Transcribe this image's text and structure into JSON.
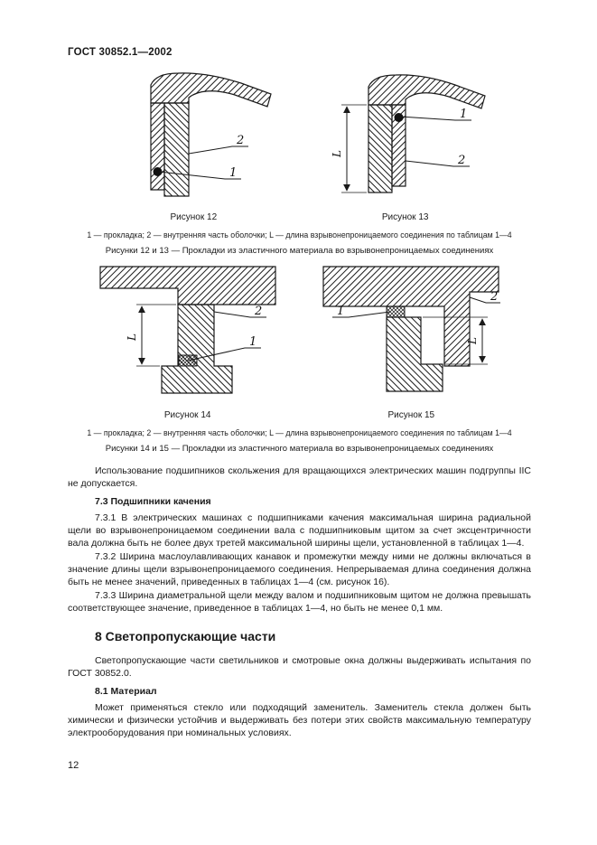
{
  "header": {
    "doc_number": "ГОСТ 30852.1—2002"
  },
  "drawing_labels": {
    "part1": "1",
    "part2": "2",
    "dim_L": "L"
  },
  "figures_group1": {
    "fig12": {
      "caption": "Рисунок 12"
    },
    "fig13": {
      "caption": "Рисунок 13"
    },
    "legend": "1 — прокладка; 2 — внутренняя часть оболочки; L — длина взрывонепроницаемого соединения по таблицам 1—4",
    "group_caption": "Рисунки 12 и 13 — Прокладки из эластичного материала во взрывонепроницаемых соединениях"
  },
  "figures_group2": {
    "fig14": {
      "caption": "Рисунок 14"
    },
    "fig15": {
      "caption": "Рисунок 15"
    },
    "legend": "1 — прокладка; 2 — внутренняя часть оболочки; L — длина взрывонепроницаемого соединения по таблицам 1—4",
    "group_caption": "Рисунки 14 и 15 — Прокладки из эластичного материала во взрывонепроницаемых соединениях"
  },
  "body": {
    "para_bearings_intro": "Использование подшипников скольжения для вращающихся электрических машин подгруппы IIC не допускается.",
    "heading_7_3": "7.3 Подшипники качения",
    "para_7_3_1": "7.3.1 В электрических машинах с подшипниками качения максимальная ширина радиальной щели во взрывонепроницаемом соединении вала с подшипниковым щитом за счет эксцентричности вала должна быть не более двух третей максимальной ширины щели, установленной в таблицах 1—4.",
    "para_7_3_2": "7.3.2 Ширина маслоулавливающих канавок и промежутки между ними не должны включаться в значение длины щели взрывонепроницаемого соединения. Непрерываемая длина соединения должна быть не менее значений, приведенных в таблицах 1—4 (см. рисунок 16).",
    "para_7_3_3": "7.3.3 Ширина диаметральной щели между валом и подшипниковым щитом не должна превышать соответствующее значение, приведенное в таблицах 1—4, но быть не менее 0,1 мм.",
    "heading_8": "8 Светопропускающие части",
    "para_8_intro": "Светопропускающие части светильников и смотровые окна должны выдерживать испытания по ГОСТ 30852.0.",
    "heading_8_1": "8.1 Материал",
    "para_8_1": "Может применяться стекло или подходящий заменитель. Заменитель стекла должен быть химически и физически устойчив и выдерживать без потери этих свойств максимальную температуру электрооборудования при номинальных условиях."
  },
  "footer": {
    "page_number": "12"
  }
}
